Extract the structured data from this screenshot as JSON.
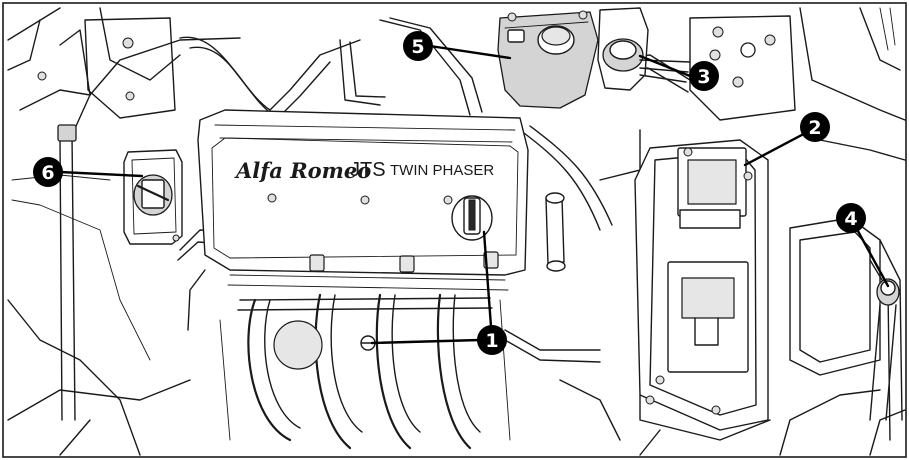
{
  "engine_cover": {
    "brand": "Alfa Romeo",
    "model": "JTS",
    "variant": "TWIN PHASER"
  },
  "callouts": [
    {
      "id": "1",
      "label": "1"
    },
    {
      "id": "2",
      "label": "2"
    },
    {
      "id": "3",
      "label": "3"
    },
    {
      "id": "4",
      "label": "4"
    },
    {
      "id": "5",
      "label": "5"
    },
    {
      "id": "6",
      "label": "6"
    }
  ],
  "colors": {
    "line": "#1a1a1a",
    "callout_fill": "#000000",
    "callout_text": "#ffffff",
    "shade": "#d4d4d4",
    "background": "#ffffff"
  }
}
